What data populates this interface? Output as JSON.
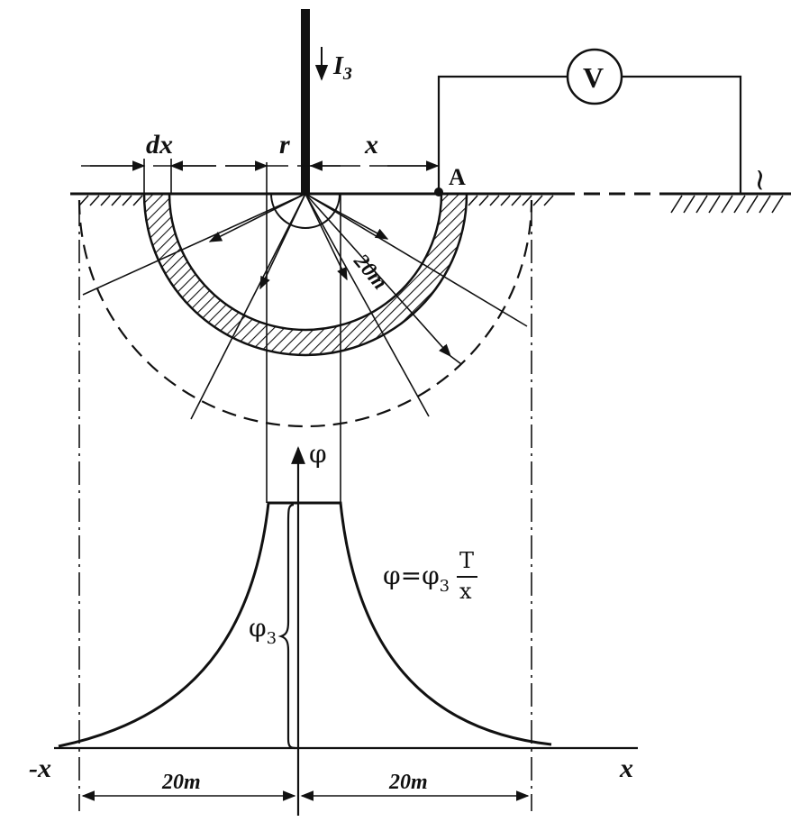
{
  "labels": {
    "current": "I",
    "current_sub": "3",
    "voltmeter": "V",
    "point_a": "A",
    "dx": "dx",
    "r": "r",
    "x_top": "x",
    "radius": "20m",
    "phi_axis": "φ",
    "formula_lhs": "φ=φ",
    "formula_sub": "3",
    "formula_num": "T",
    "formula_den": "x",
    "phi3": "φ",
    "phi3_sub": "3",
    "neg_x": "-x",
    "pos_x": "x",
    "dist_left": "20m",
    "dist_right": "20m",
    "ac_symbol": "~"
  }
}
